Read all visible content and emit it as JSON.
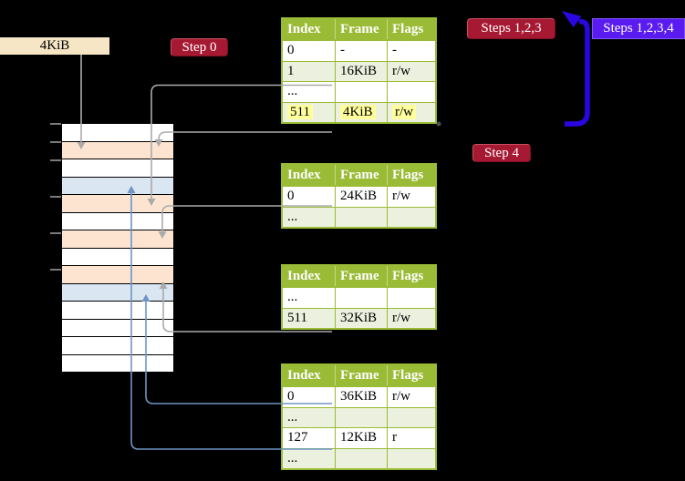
{
  "memory_region": {
    "size_label": "4KiB",
    "rows": [
      {
        "fill": "white"
      },
      {
        "fill": "peach"
      },
      {
        "fill": "white"
      },
      {
        "fill": "blue"
      },
      {
        "fill": "peach"
      },
      {
        "fill": "white"
      },
      {
        "fill": "peach"
      },
      {
        "fill": "white"
      },
      {
        "fill": "peach"
      },
      {
        "fill": "blue"
      },
      {
        "fill": "white"
      },
      {
        "fill": "white"
      },
      {
        "fill": "white"
      },
      {
        "fill": "white"
      }
    ]
  },
  "step_labels": {
    "step0": "Step 0",
    "steps123": "Steps 1,2,3",
    "steps1234": "Steps 1,2,3,4",
    "step4": "Step 4"
  },
  "page_tables": [
    {
      "name": "page-table-1",
      "headers": [
        "Index",
        "Frame",
        "Flags"
      ],
      "rows": [
        {
          "cells": [
            "0",
            "-",
            "-"
          ],
          "shaded": false,
          "highlight": false
        },
        {
          "cells": [
            "1",
            "16KiB",
            "r/w"
          ],
          "shaded": true,
          "highlight": false
        },
        {
          "cells": [
            "...",
            "",
            ""
          ],
          "shaded": false,
          "highlight": false
        },
        {
          "cells": [
            "511",
            "4KiB",
            "r/w"
          ],
          "shaded": true,
          "highlight": true
        }
      ]
    },
    {
      "name": "page-table-2",
      "headers": [
        "Index",
        "Frame",
        "Flags"
      ],
      "rows": [
        {
          "cells": [
            "0",
            "24KiB",
            "r/w"
          ],
          "shaded": false,
          "highlight": false
        },
        {
          "cells": [
            "...",
            "",
            ""
          ],
          "shaded": true,
          "highlight": false
        }
      ]
    },
    {
      "name": "page-table-3",
      "headers": [
        "Index",
        "Frame",
        "Flags"
      ],
      "rows": [
        {
          "cells": [
            "...",
            "",
            ""
          ],
          "shaded": false,
          "highlight": false
        },
        {
          "cells": [
            "511",
            "32KiB",
            "r/w"
          ],
          "shaded": true,
          "highlight": false
        }
      ]
    },
    {
      "name": "page-table-4",
      "headers": [
        "Index",
        "Frame",
        "Flags"
      ],
      "rows": [
        {
          "cells": [
            "0",
            "36KiB",
            "r/w"
          ],
          "shaded": false,
          "highlight": false
        },
        {
          "cells": [
            "...",
            "",
            ""
          ],
          "shaded": true,
          "highlight": false
        },
        {
          "cells": [
            "127",
            "12KiB",
            "r"
          ],
          "shaded": false,
          "highlight": false
        },
        {
          "cells": [
            "...",
            "",
            ""
          ],
          "shaded": true,
          "highlight": false
        }
      ]
    }
  ],
  "colors": {
    "background": "#000000",
    "table_green": "#9ABB35",
    "table_row_shade": "#EBF1DE",
    "highlight_yellow": "#FFFF9C",
    "memory_peach": "#FCE4D0",
    "memory_blue": "#DAE6F2",
    "memory_white": "#FFFFFF",
    "label_tan": "#F6E6C5",
    "step_red": "#A51932",
    "step_violet": "#5A1BF0",
    "arrow_gray": "#ABABAB",
    "arrow_blue_thin": "#6E95C5",
    "arrow_blue_thick": "#2B06E3"
  }
}
